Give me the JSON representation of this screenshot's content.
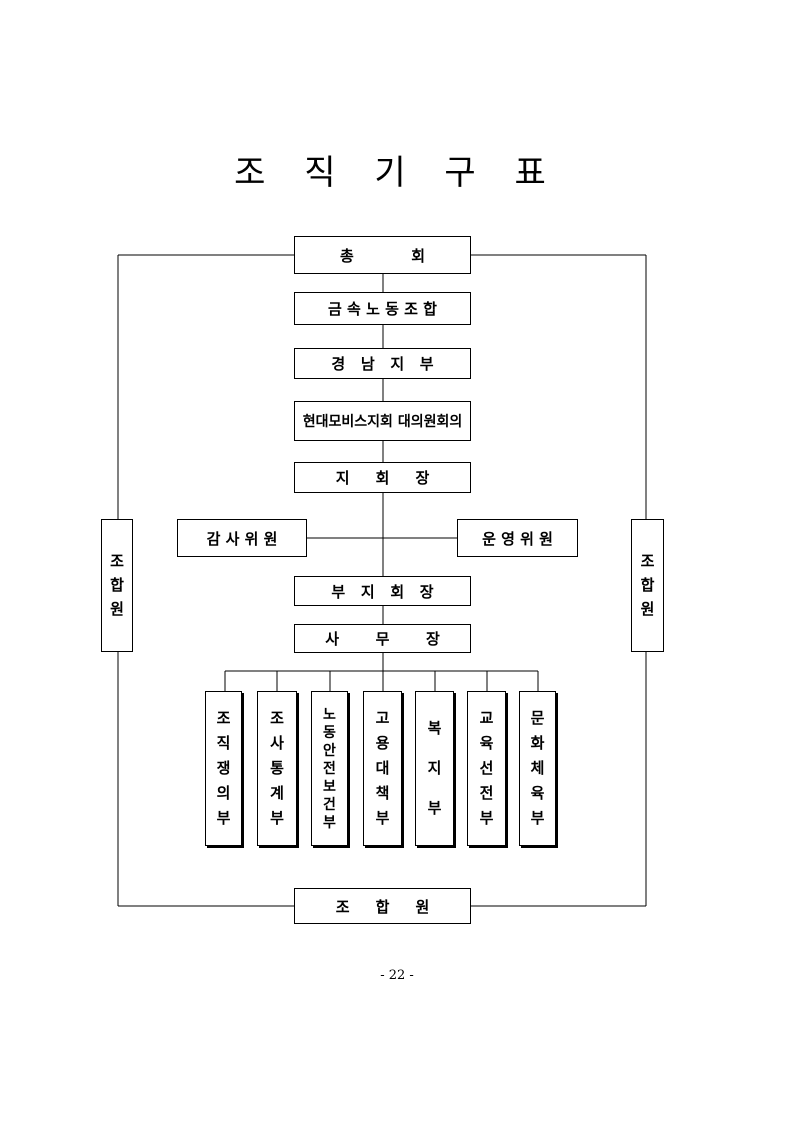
{
  "title": "조 직 기 구 표",
  "nodes": {
    "general_assembly": "총           회",
    "metal_union": "금 속 노 동 조 합",
    "gyeongnam_branch": "경   남   지   부",
    "delegates_meeting": "현대모비스지회 대의원회의",
    "branch_chief": "지     회     장",
    "audit_committee": "감 사 위 원",
    "steering_committee": "운 영 위 원",
    "vice_chief": "부   지   회   장",
    "secretary_general": "사       무       장",
    "members_bottom": "조     합     원"
  },
  "side_members": {
    "left": [
      "조",
      "합",
      "원"
    ],
    "right": [
      "조",
      "합",
      "원"
    ]
  },
  "departments": [
    {
      "name": "조직쟁의부",
      "chars": [
        "조",
        "직",
        "쟁",
        "의",
        "부"
      ]
    },
    {
      "name": "조사통계부",
      "chars": [
        "조",
        "사",
        "통",
        "계",
        "부"
      ]
    },
    {
      "name": "노동안전보건부",
      "chars": [
        "노",
        "동",
        "안",
        "전",
        "보",
        "건",
        "부"
      ]
    },
    {
      "name": "고용대책부",
      "chars": [
        "고",
        "용",
        "대",
        "책",
        "부"
      ]
    },
    {
      "name": "복지부",
      "chars": [
        "복",
        "",
        "지",
        "",
        "부"
      ]
    },
    {
      "name": "교육선전부",
      "chars": [
        "교",
        "육",
        "선",
        "전",
        "부"
      ]
    },
    {
      "name": "문화체육부",
      "chars": [
        "문",
        "화",
        "체",
        "육",
        "부"
      ]
    }
  ],
  "page_number": "- 22 -"
}
